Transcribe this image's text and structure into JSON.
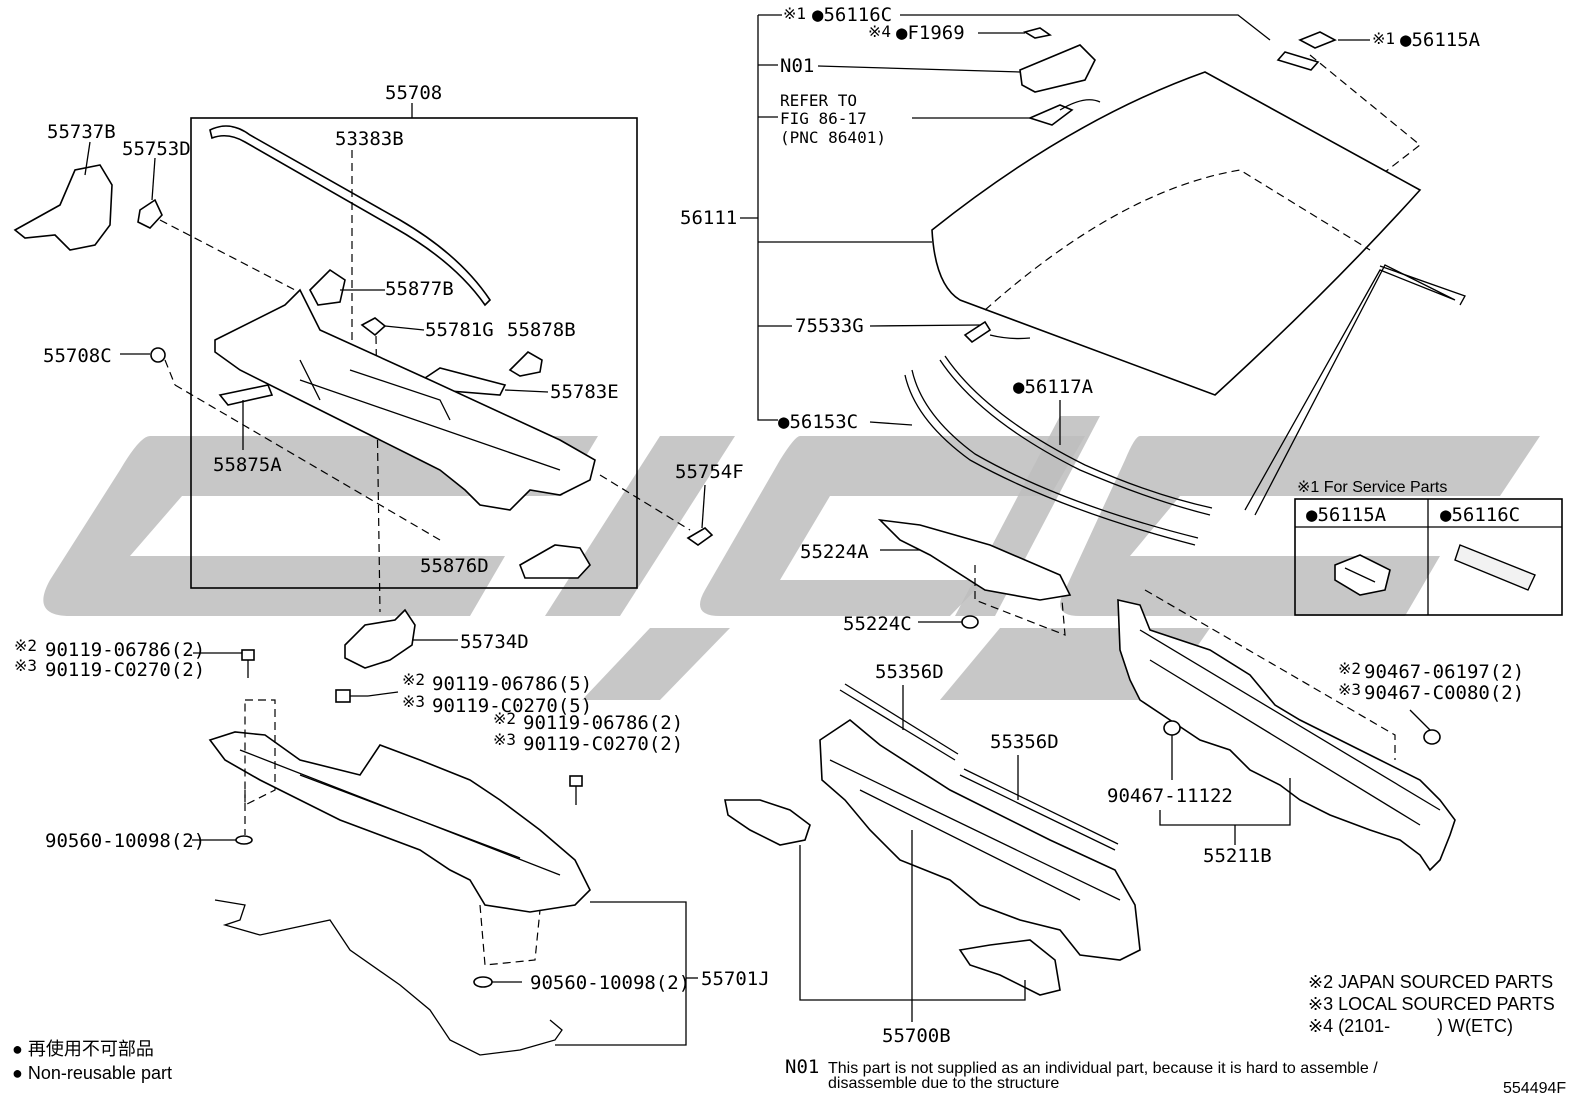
{
  "watermark": {
    "color": "#bdbdbd"
  },
  "labels": {
    "p55708": "55708",
    "p55737B": "55737B",
    "p55753D": "55753D",
    "p53383B": "53383B",
    "p55877B": "55877B",
    "p55781G": "55781G",
    "p55878B": "55878B",
    "p55708C": "55708C",
    "p55783E": "55783E",
    "p55875A": "55875A",
    "p55754F": "55754F",
    "p55876D": "55876D",
    "p55734D": "55734D",
    "b1_mark": "※2",
    "b1_text": "90119-06786(2)",
    "b2_mark": "※3",
    "b2_text": "90119-C0270(2)",
    "b3_mark": "※2",
    "b3_text": "90119-06786(5)",
    "b4_mark": "※3",
    "b4_text": "90119-C0270(5)",
    "b5_mark": "※2",
    "b5_text": "90119-06786(2)",
    "b6_mark": "※3",
    "b6_text": "90119-C0270(2)",
    "p90560a": "90560-10098(2)",
    "p90560b": "90560-10098(2)",
    "p55701J": "55701J",
    "p56116C_mark": "※1",
    "p56116C": "56116C",
    "pF1969_mark": "※4",
    "pF1969": "F1969",
    "n01": "N01",
    "refer1": "REFER TO",
    "refer2": "FIG 86-17",
    "refer3": "(PNC 86401)",
    "p56111": "56111",
    "p75533G": "75533G",
    "p56153C": "56153C",
    "p56117A": "56117A",
    "p56115A_mark": "※1",
    "p56115A": "56115A",
    "p55224A": "55224A",
    "p55224C": "55224C",
    "p55356D_a": "55356D",
    "p55356D_b": "55356D",
    "p55700B": "55700B",
    "p90467a_mark": "※2",
    "p90467a": "90467-06197(2)",
    "p90467b_mark": "※3",
    "p90467b": "90467-C0080(2)",
    "p90467c": "90467-11122",
    "p55211B": "55211B",
    "diagram_id": "554494F"
  },
  "service_table": {
    "title": "※1 For Service Parts",
    "col1": "56115A",
    "col2": "56116C"
  },
  "notes": {
    "n2": "※2 JAPAN SOURCED PARTS",
    "n3": "※3 LOCAL SOURCED PARTS",
    "n4a": "※4 (2101-",
    "n4b": ") W(ETC)",
    "n01_code": "N01",
    "n01_line1": "This part is not supplied as an individual part, because it is hard to assemble /",
    "n01_line2": "disassemble due to the structure"
  },
  "legend": {
    "jp": "再使用不可部品",
    "en": "Non-reusable part"
  }
}
